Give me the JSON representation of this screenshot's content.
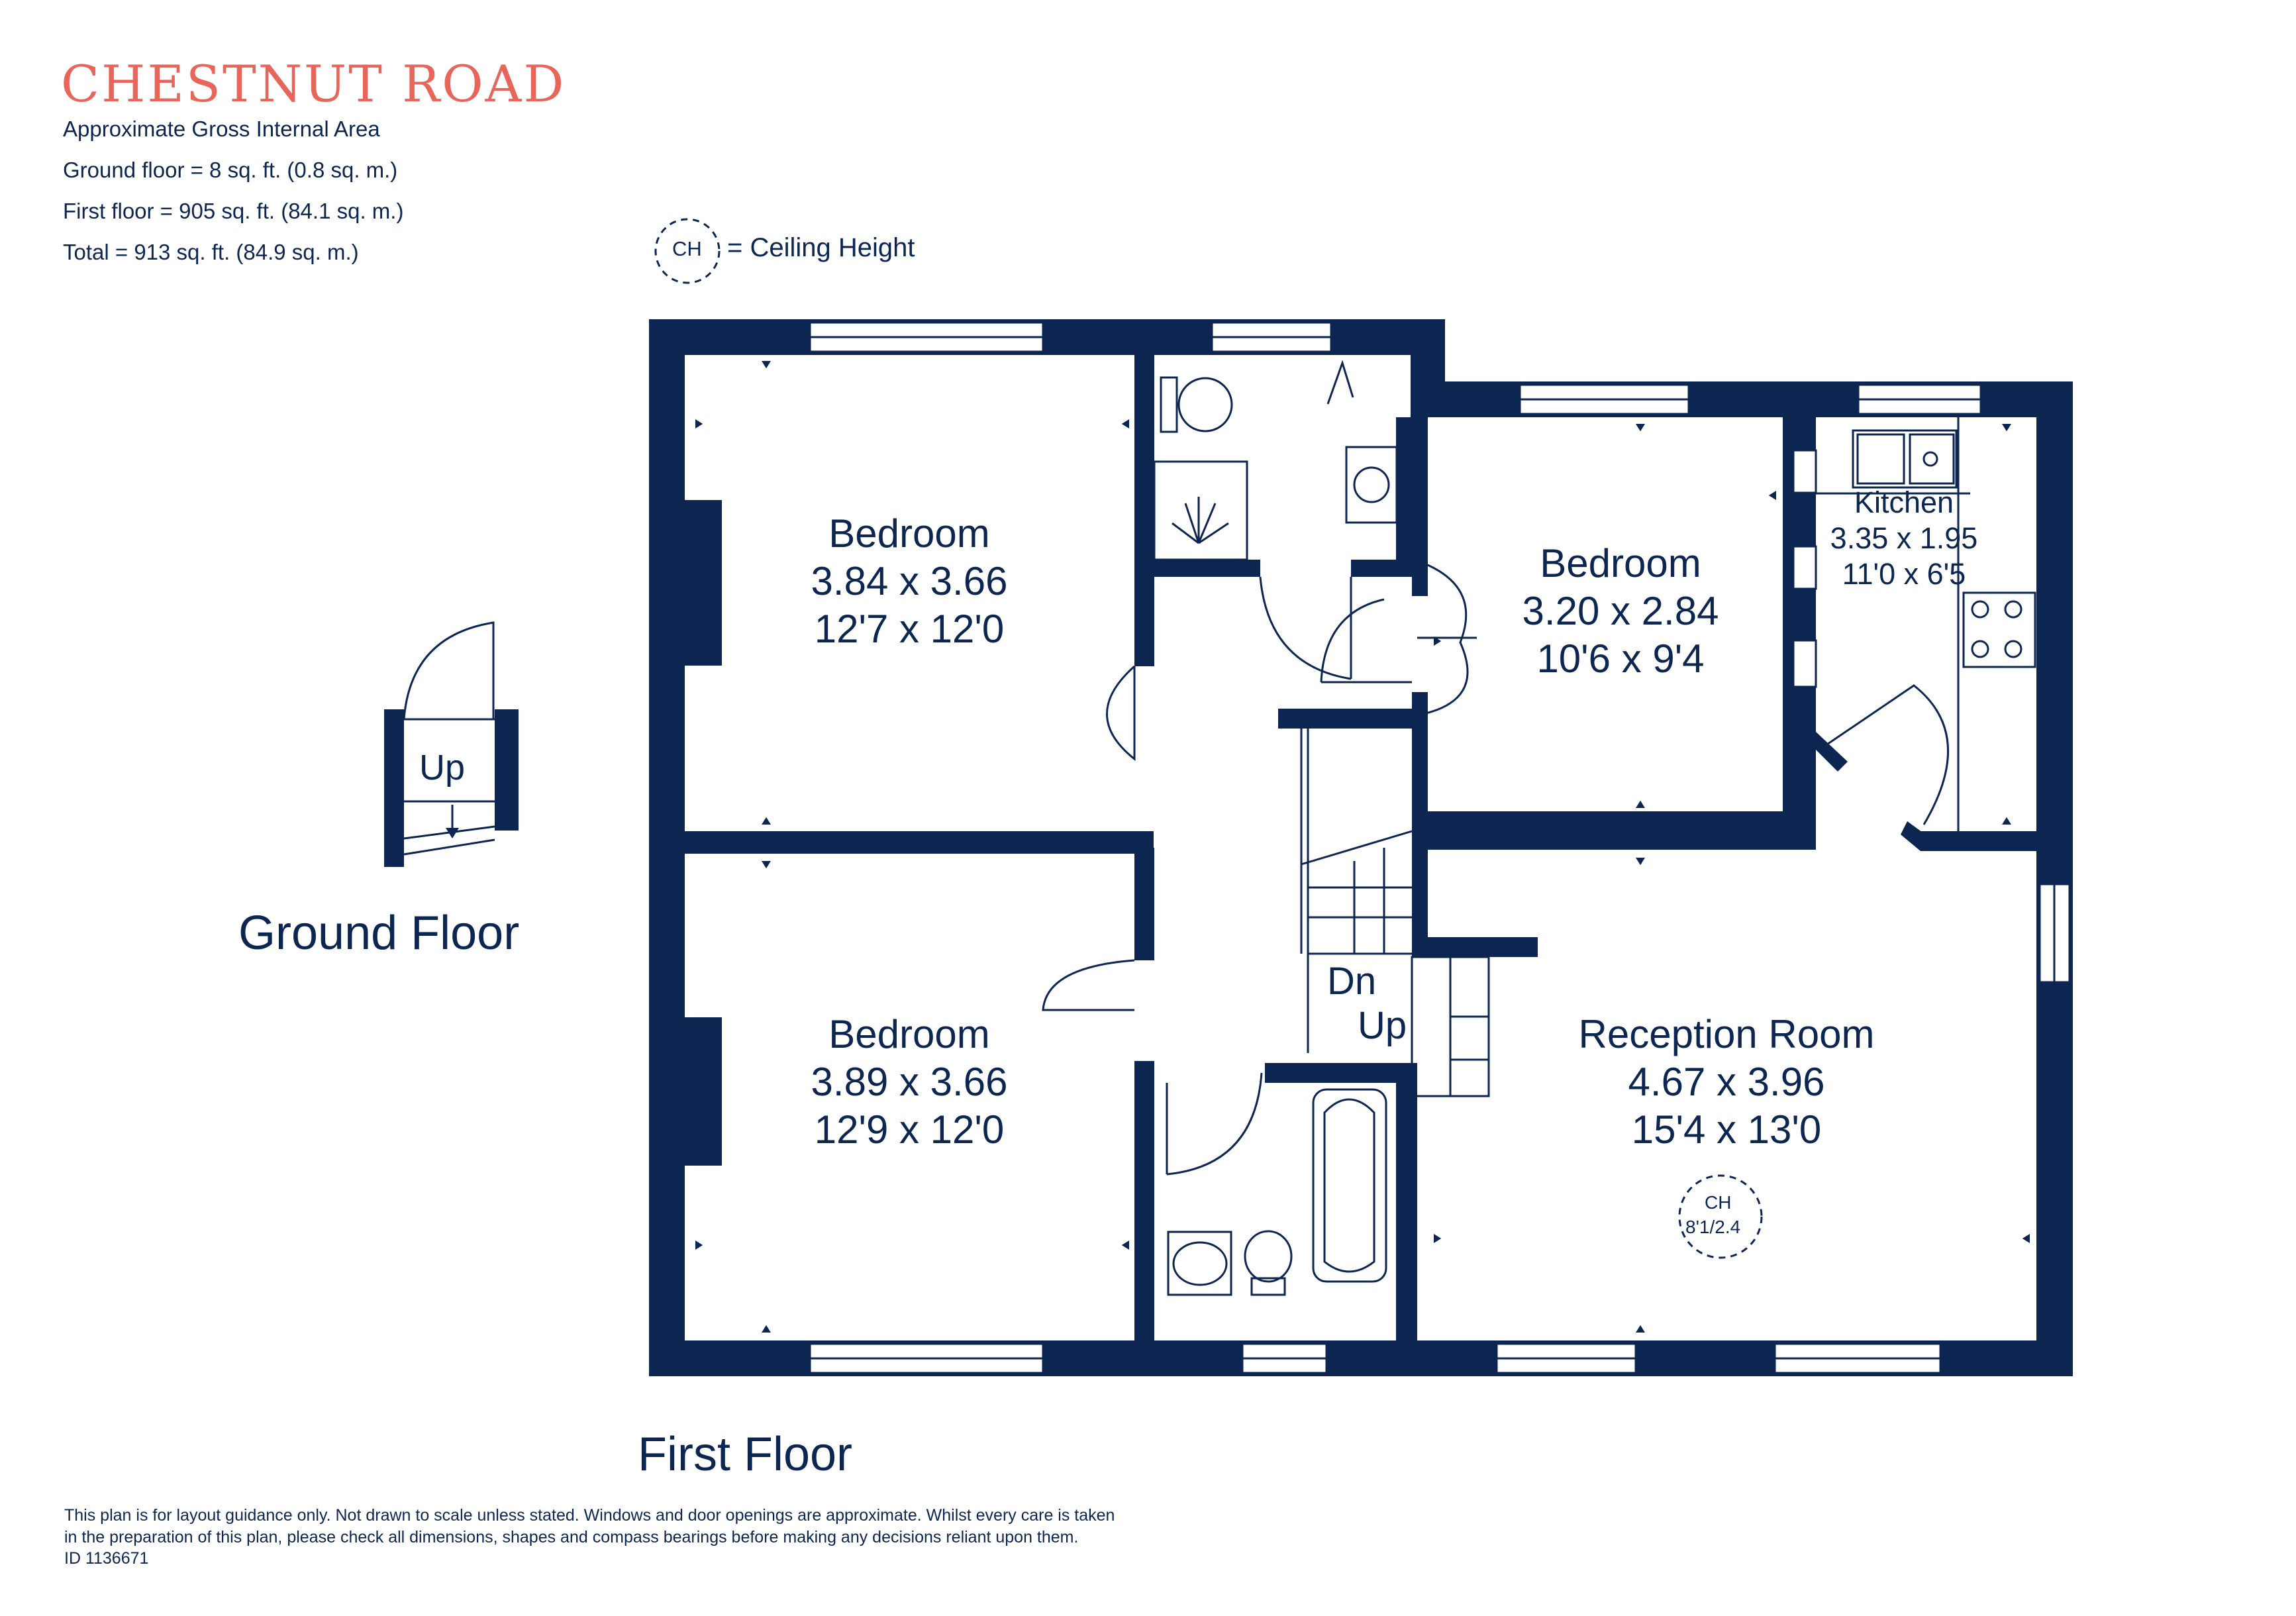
{
  "title": "CHESTNUT ROAD",
  "area": {
    "heading": "Approximate Gross Internal Area",
    "ground": "Ground floor = 8 sq. ft. (0.8 sq. m.)",
    "first": "First floor  = 905 sq. ft. (84.1 sq. m.)",
    "total": "Total =  913 sq. ft. (84.9 sq. m.)"
  },
  "legend": {
    "symbol": "CH",
    "text": "= Ceiling Height"
  },
  "ground_floor": {
    "label": "Ground Floor",
    "stair": "Up"
  },
  "first_floor": {
    "label": "First Floor",
    "rooms": [
      {
        "name": "Bedroom",
        "metric": "3.84 x 3.66",
        "imperial": "12'7 x 12'0"
      },
      {
        "name": "Bedroom",
        "metric": "3.20 x 2.84",
        "imperial": "10'6 x 9'4"
      },
      {
        "name": "Kitchen",
        "metric": "3.35 x 1.95",
        "imperial": "11'0 x 6'5"
      },
      {
        "name": "Bedroom",
        "metric": "3.89 x 3.66",
        "imperial": "12'9 x 12'0"
      },
      {
        "name": "Reception Room",
        "metric": "4.67 x 3.96",
        "imperial": "15'4 x 13'0"
      }
    ],
    "stairs": {
      "down": "Dn",
      "up": "Up"
    },
    "ceiling_marker": {
      "symbol": "CH",
      "value": "8'1/2.4"
    }
  },
  "disclaimer": {
    "line1": "This plan is for layout guidance only. Not drawn to scale unless stated. Windows and door openings are approximate. Whilst every care is taken",
    "line2": "in the preparation of this plan, please check all dimensions, shapes and compass bearings before making any decisions reliant upon them.",
    "id": "ID 1136671"
  },
  "colors": {
    "wall": "#0d2651",
    "brand": "#e8655a",
    "window": "#ffffff",
    "fixture_line": "#0d2651"
  }
}
